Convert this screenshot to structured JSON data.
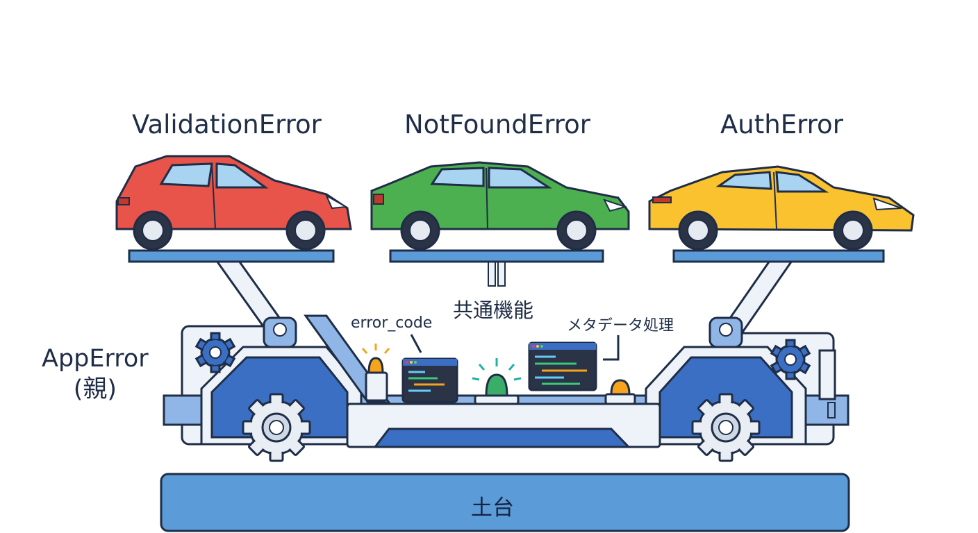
{
  "labels": {
    "validation_error": "ValidationError",
    "not_found_error": "NotFoundError",
    "auth_error": "AuthError",
    "common_function": "共通機能",
    "error_code": "error_code",
    "metadata_processing": "メタデータ処理",
    "app_error_name": "AppError",
    "app_error_parent": "(親)",
    "base": "土台"
  },
  "colors": {
    "validation_car": "#e8534a",
    "not_found_car": "#4caf50",
    "auth_car": "#f9c22e",
    "chassis_blue": "#3a6fc4",
    "light_blue": "#8fb6e6",
    "base_blue": "#5a9bd8",
    "outline": "#1f2d46"
  },
  "icons": {
    "gear": "gear-icon",
    "warning_lamp": "lamp-icon",
    "code_screen": "code-screen-icon"
  }
}
